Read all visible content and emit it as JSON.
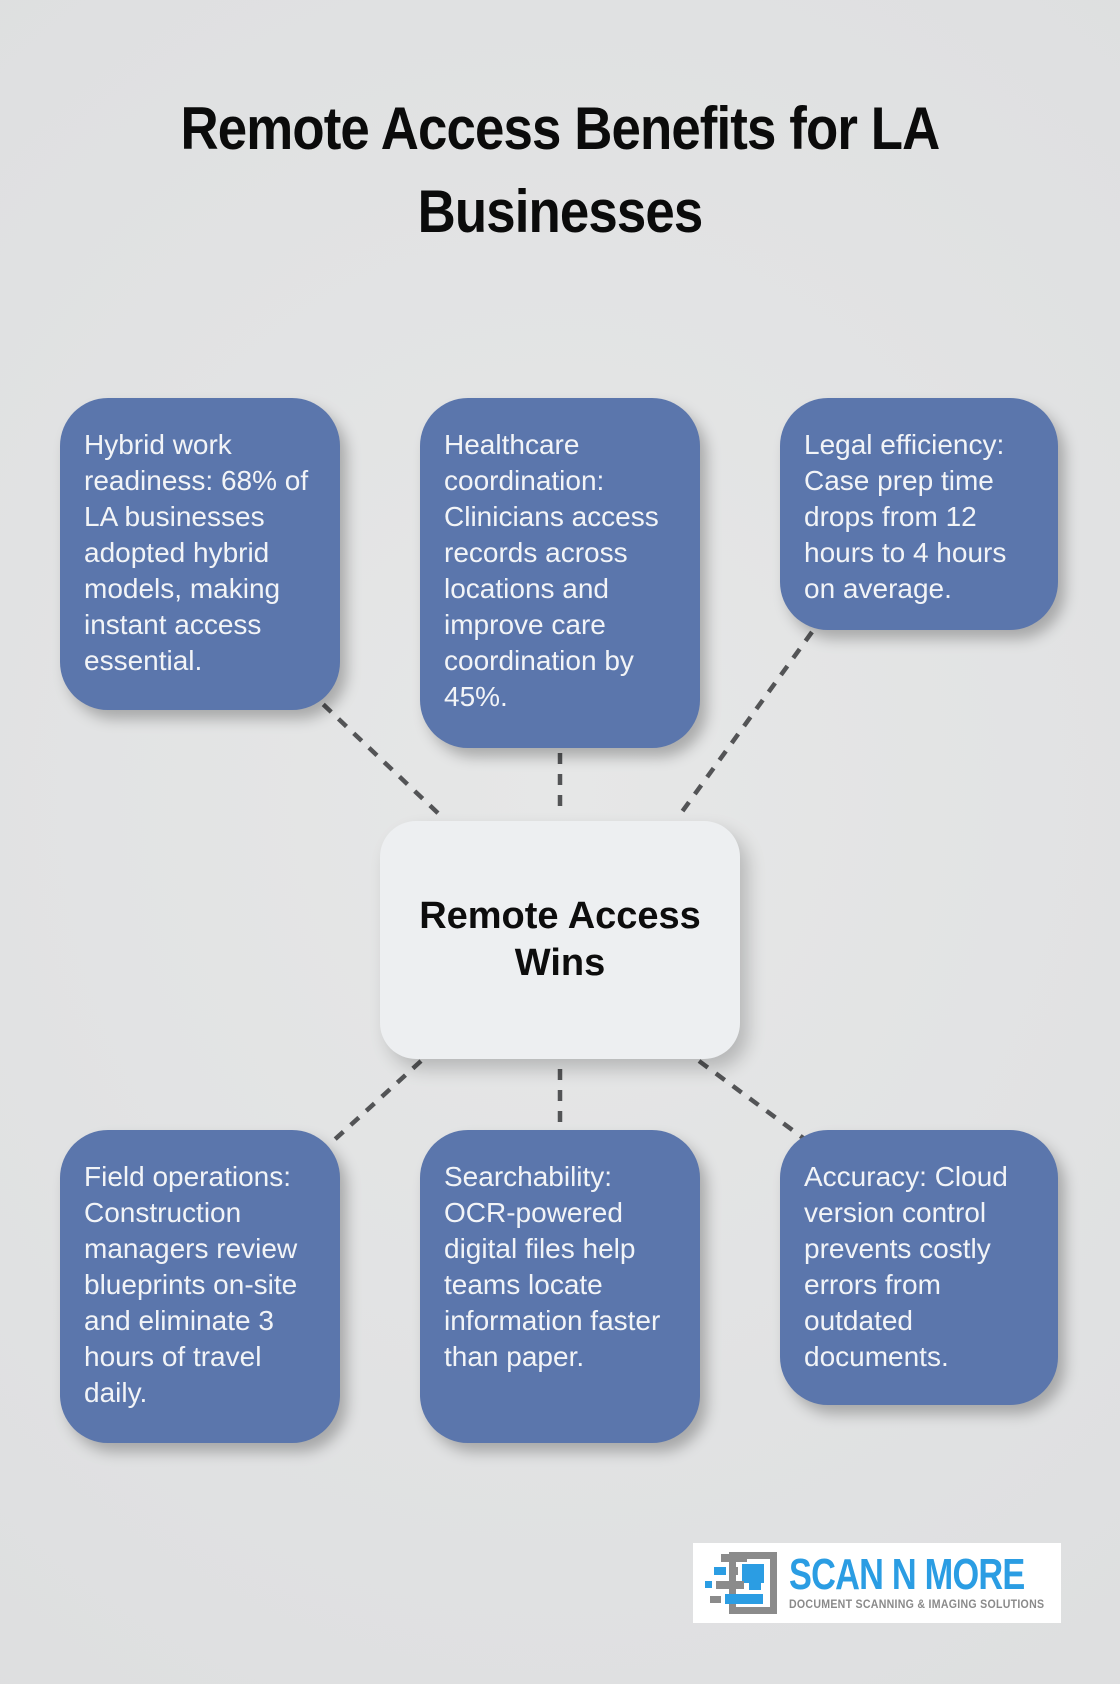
{
  "title": "Remote Access Benefits for LA Businesses",
  "center": {
    "label": "Remote Access Wins"
  },
  "boxes": [
    {
      "id": "hybrid-work",
      "text": "Hybrid work readiness: 68% of LA businesses adopted hybrid models, making instant access essential."
    },
    {
      "id": "healthcare",
      "text": "Healthcare coordination: Clinicians access records across locations and improve care coordination by 45%."
    },
    {
      "id": "legal",
      "text": "Legal efficiency: Case prep time drops from 12 hours to 4 hours on average."
    },
    {
      "id": "field-ops",
      "text": "Field operations: Construction managers review blueprints on-site and eliminate 3 hours of travel daily."
    },
    {
      "id": "searchability",
      "text": "Searchability: OCR-powered digital files help teams locate information faster than paper."
    },
    {
      "id": "accuracy",
      "text": "Accuracy: Cloud version control prevents costly errors from outdated documents."
    }
  ],
  "logo": {
    "name": "SCAN N MORE",
    "tagline": "DOCUMENT SCANNING & IMAGING SOLUTIONS"
  },
  "colors": {
    "background": "#E0E1E2",
    "node_fill": "#5B76AC",
    "node_text": "#F2F4F7",
    "center_fill": "#EDEFF1",
    "connector": "#535456",
    "title_text": "#0B0B0B",
    "logo_blue": "#2B9DE3",
    "logo_gray": "#8B8B8B"
  }
}
